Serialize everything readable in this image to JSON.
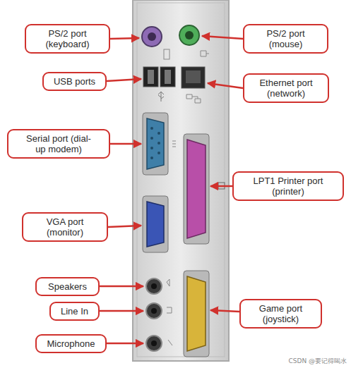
{
  "diagram": {
    "nodes": [
      {
        "text": [
          "PS/2 port (keyboard)"
        ]
      },
      {
        "text": [
          "PS/2 port (mouse)"
        ]
      },
      {
        "text": [
          "USB ports"
        ]
      },
      {
        "text": [
          "Ethernet port (network)"
        ]
      },
      {
        "text": [
          "Serial port (dial-up modem)"
        ]
      },
      {
        "text": [
          "LPT1 Printer port (printer)"
        ]
      },
      {
        "text": [
          "VGA port (monitor)"
        ]
      },
      {
        "text": [
          "Speakers"
        ]
      },
      {
        "text": [
          "Line In"
        ]
      },
      {
        "text": [
          "Game port (joystick)"
        ]
      },
      {
        "text": [
          "Microphone"
        ]
      }
    ],
    "edges": [],
    "labels": [
      "CSDN @要记得喝水"
    ]
  }
}
